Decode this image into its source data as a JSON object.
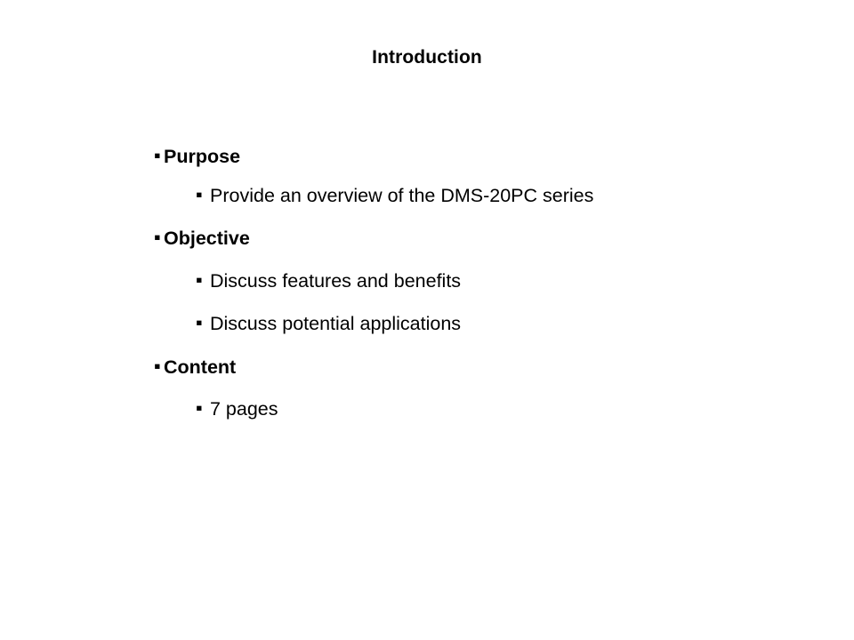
{
  "slide": {
    "title": "Introduction",
    "background_color": "#FFFFFF",
    "text_color": "#000000",
    "bullet_glyph": "▪"
  },
  "content": {
    "bullets": [
      {
        "level": 1,
        "text": "Purpose",
        "bold": true
      },
      {
        "level": 2,
        "text": "Provide an overview of the DMS-20PC series",
        "bold": false
      },
      {
        "level": 1,
        "text": "Objective",
        "bold": true
      },
      {
        "level": 2,
        "text": "Discuss features and benefits",
        "bold": false
      },
      {
        "level": 2,
        "text": "Discuss potential applications",
        "bold": false
      },
      {
        "level": 1,
        "text": "Content",
        "bold": true
      },
      {
        "level": 2,
        "text": "7 pages",
        "bold": false
      }
    ]
  }
}
